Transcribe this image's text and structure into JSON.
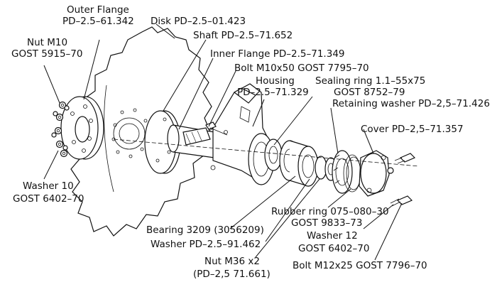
{
  "diagram": {
    "labels": {
      "outer_flange": [
        "Outer Flange",
        "PD–2.5–61.342"
      ],
      "disk": "Disk PD–2.5–01.423",
      "nut_m10": [
        "Nut M10",
        "GOST 5915–70"
      ],
      "shaft": "Shaft PD–2.5–71.652",
      "inner_flange": "Inner Flange PD–2.5–71.349",
      "bolt_m10": "Bolt M10x50 GOST 7795–70",
      "housing": [
        "Housing",
        "PD–2.5–71.329"
      ],
      "sealing_ring": [
        "Sealing ring 1.1–55x75",
        "GOST 8752–79"
      ],
      "retaining_washer": "Retaining washer PD–2,5–71.426",
      "cover": "Cover PD–2,5–71.357",
      "washer_10": [
        "Washer 10",
        "GOST 6402–70"
      ],
      "rubber_ring": [
        "Rubber ring 075–080–30",
        "GOST 9833–73"
      ],
      "bearing": "Bearing 3209 (3056209)",
      "washer_pd": "Washer PD–2.5–91.462",
      "washer_12": [
        "Washer 12",
        "GOST 6402–70"
      ],
      "bolt_m12": "Bolt M12x25 GOST 7796–70",
      "nut_m36": [
        "Nut M36 x2",
        "(PD–2,5 71.661)"
      ]
    }
  }
}
